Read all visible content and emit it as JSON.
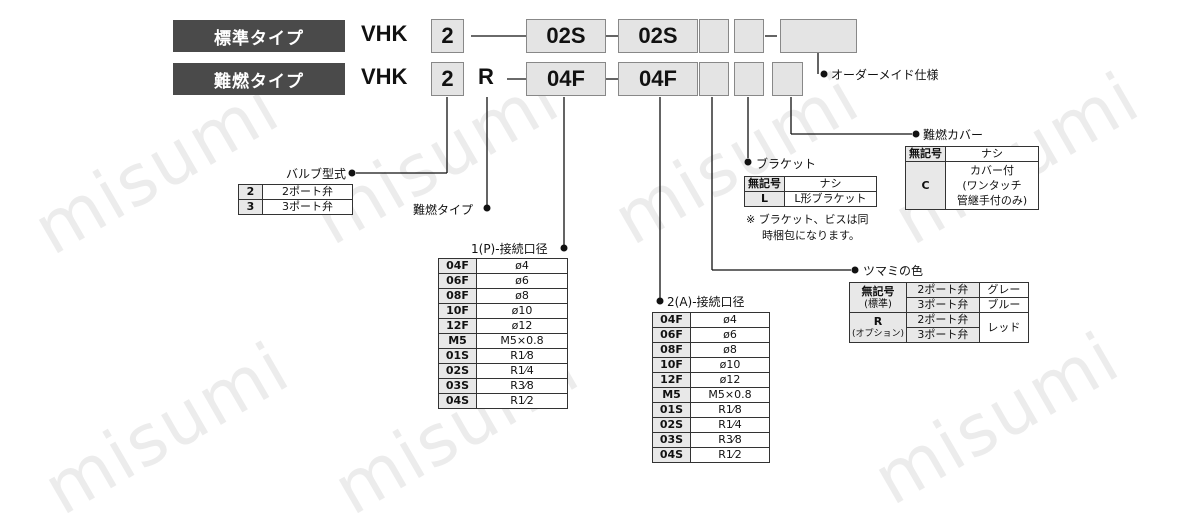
{
  "watermark": "misumi",
  "types": [
    {
      "label": "標準タイプ",
      "model": "VHK",
      "size": "2",
      "flame": "",
      "port1": "02S",
      "port2": "02S"
    },
    {
      "label": "難燃タイプ",
      "model": "VHK",
      "size": "2",
      "flame": "R",
      "port1": "04F",
      "port2": "04F"
    }
  ],
  "dashes": [
    "—",
    "-",
    "-",
    "-",
    "-"
  ],
  "labels": {
    "order": "オーダーメイド仕様",
    "cover": "難燃カバー",
    "bracket": "ブラケット",
    "valve": "バルブ型式",
    "flame": "難燃タイプ",
    "port1": "1(P)-接続口径",
    "port2": "2(A)-接続口径",
    "knob": "ツマミの色"
  },
  "valve_table": [
    {
      "code": "2",
      "desc": "2ポート弁"
    },
    {
      "code": "3",
      "desc": "3ポート弁"
    }
  ],
  "bracket_table": [
    {
      "code": "無記号",
      "desc": "ナシ"
    },
    {
      "code": "L",
      "desc": "L形ブラケット"
    }
  ],
  "bracket_note": [
    "※ ブラケット、ビスは同",
    "時梱包になります。"
  ],
  "cover_table": {
    "row1": {
      "code": "無記号",
      "desc": "ナシ"
    },
    "row2": {
      "code": "C",
      "desc": [
        "カバー付",
        "(ワンタッチ",
        "管継手付のみ)"
      ]
    }
  },
  "knob_table": {
    "std_code": "無記号",
    "std_sub": "(標準)",
    "opt_code": "R",
    "opt_sub": "(オプション)",
    "rows": [
      {
        "valve": "2ポート弁",
        "color": "グレー"
      },
      {
        "valve": "3ポート弁",
        "color": "ブルー"
      },
      {
        "valve": "2ポート弁",
        "color": "レッド"
      },
      {
        "valve": "3ポート弁"
      }
    ]
  },
  "port_rows": [
    {
      "code": "04F",
      "size": "ø4"
    },
    {
      "code": "06F",
      "size": "ø6"
    },
    {
      "code": "08F",
      "size": "ø8"
    },
    {
      "code": "10F",
      "size": "ø10"
    },
    {
      "code": "12F",
      "size": "ø12"
    },
    {
      "code": "M5",
      "size": "M5×0.8"
    },
    {
      "code": "01S",
      "size": "R1⁄8"
    },
    {
      "code": "02S",
      "size": "R1⁄4"
    },
    {
      "code": "03S",
      "size": "R3⁄8"
    },
    {
      "code": "04S",
      "size": "R1⁄2"
    }
  ]
}
